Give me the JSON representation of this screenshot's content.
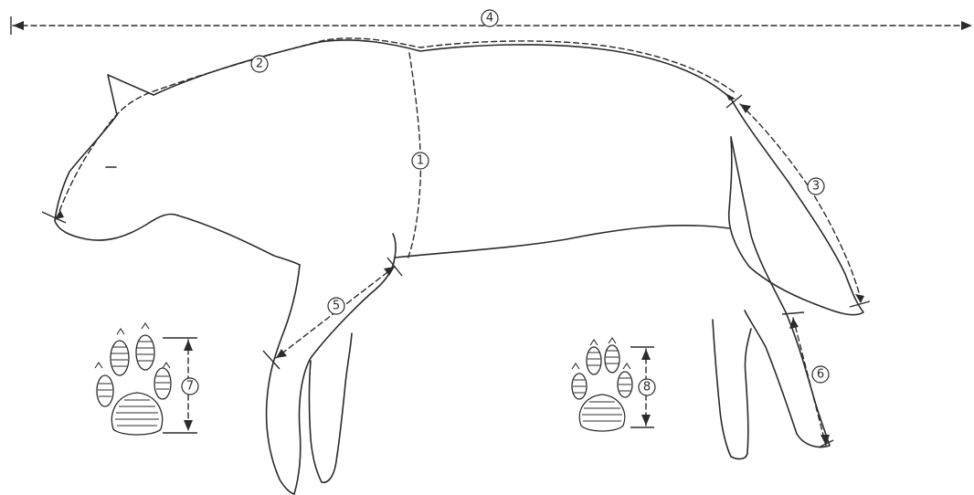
{
  "diagram": {
    "labels": {
      "m1": "1",
      "m2": "2",
      "m3": "3",
      "m4": "4",
      "m5": "5",
      "m6": "6",
      "m7": "7",
      "m8": "8"
    },
    "colors": {
      "ink": "#2b2b2b",
      "background": "#ffffff"
    }
  }
}
